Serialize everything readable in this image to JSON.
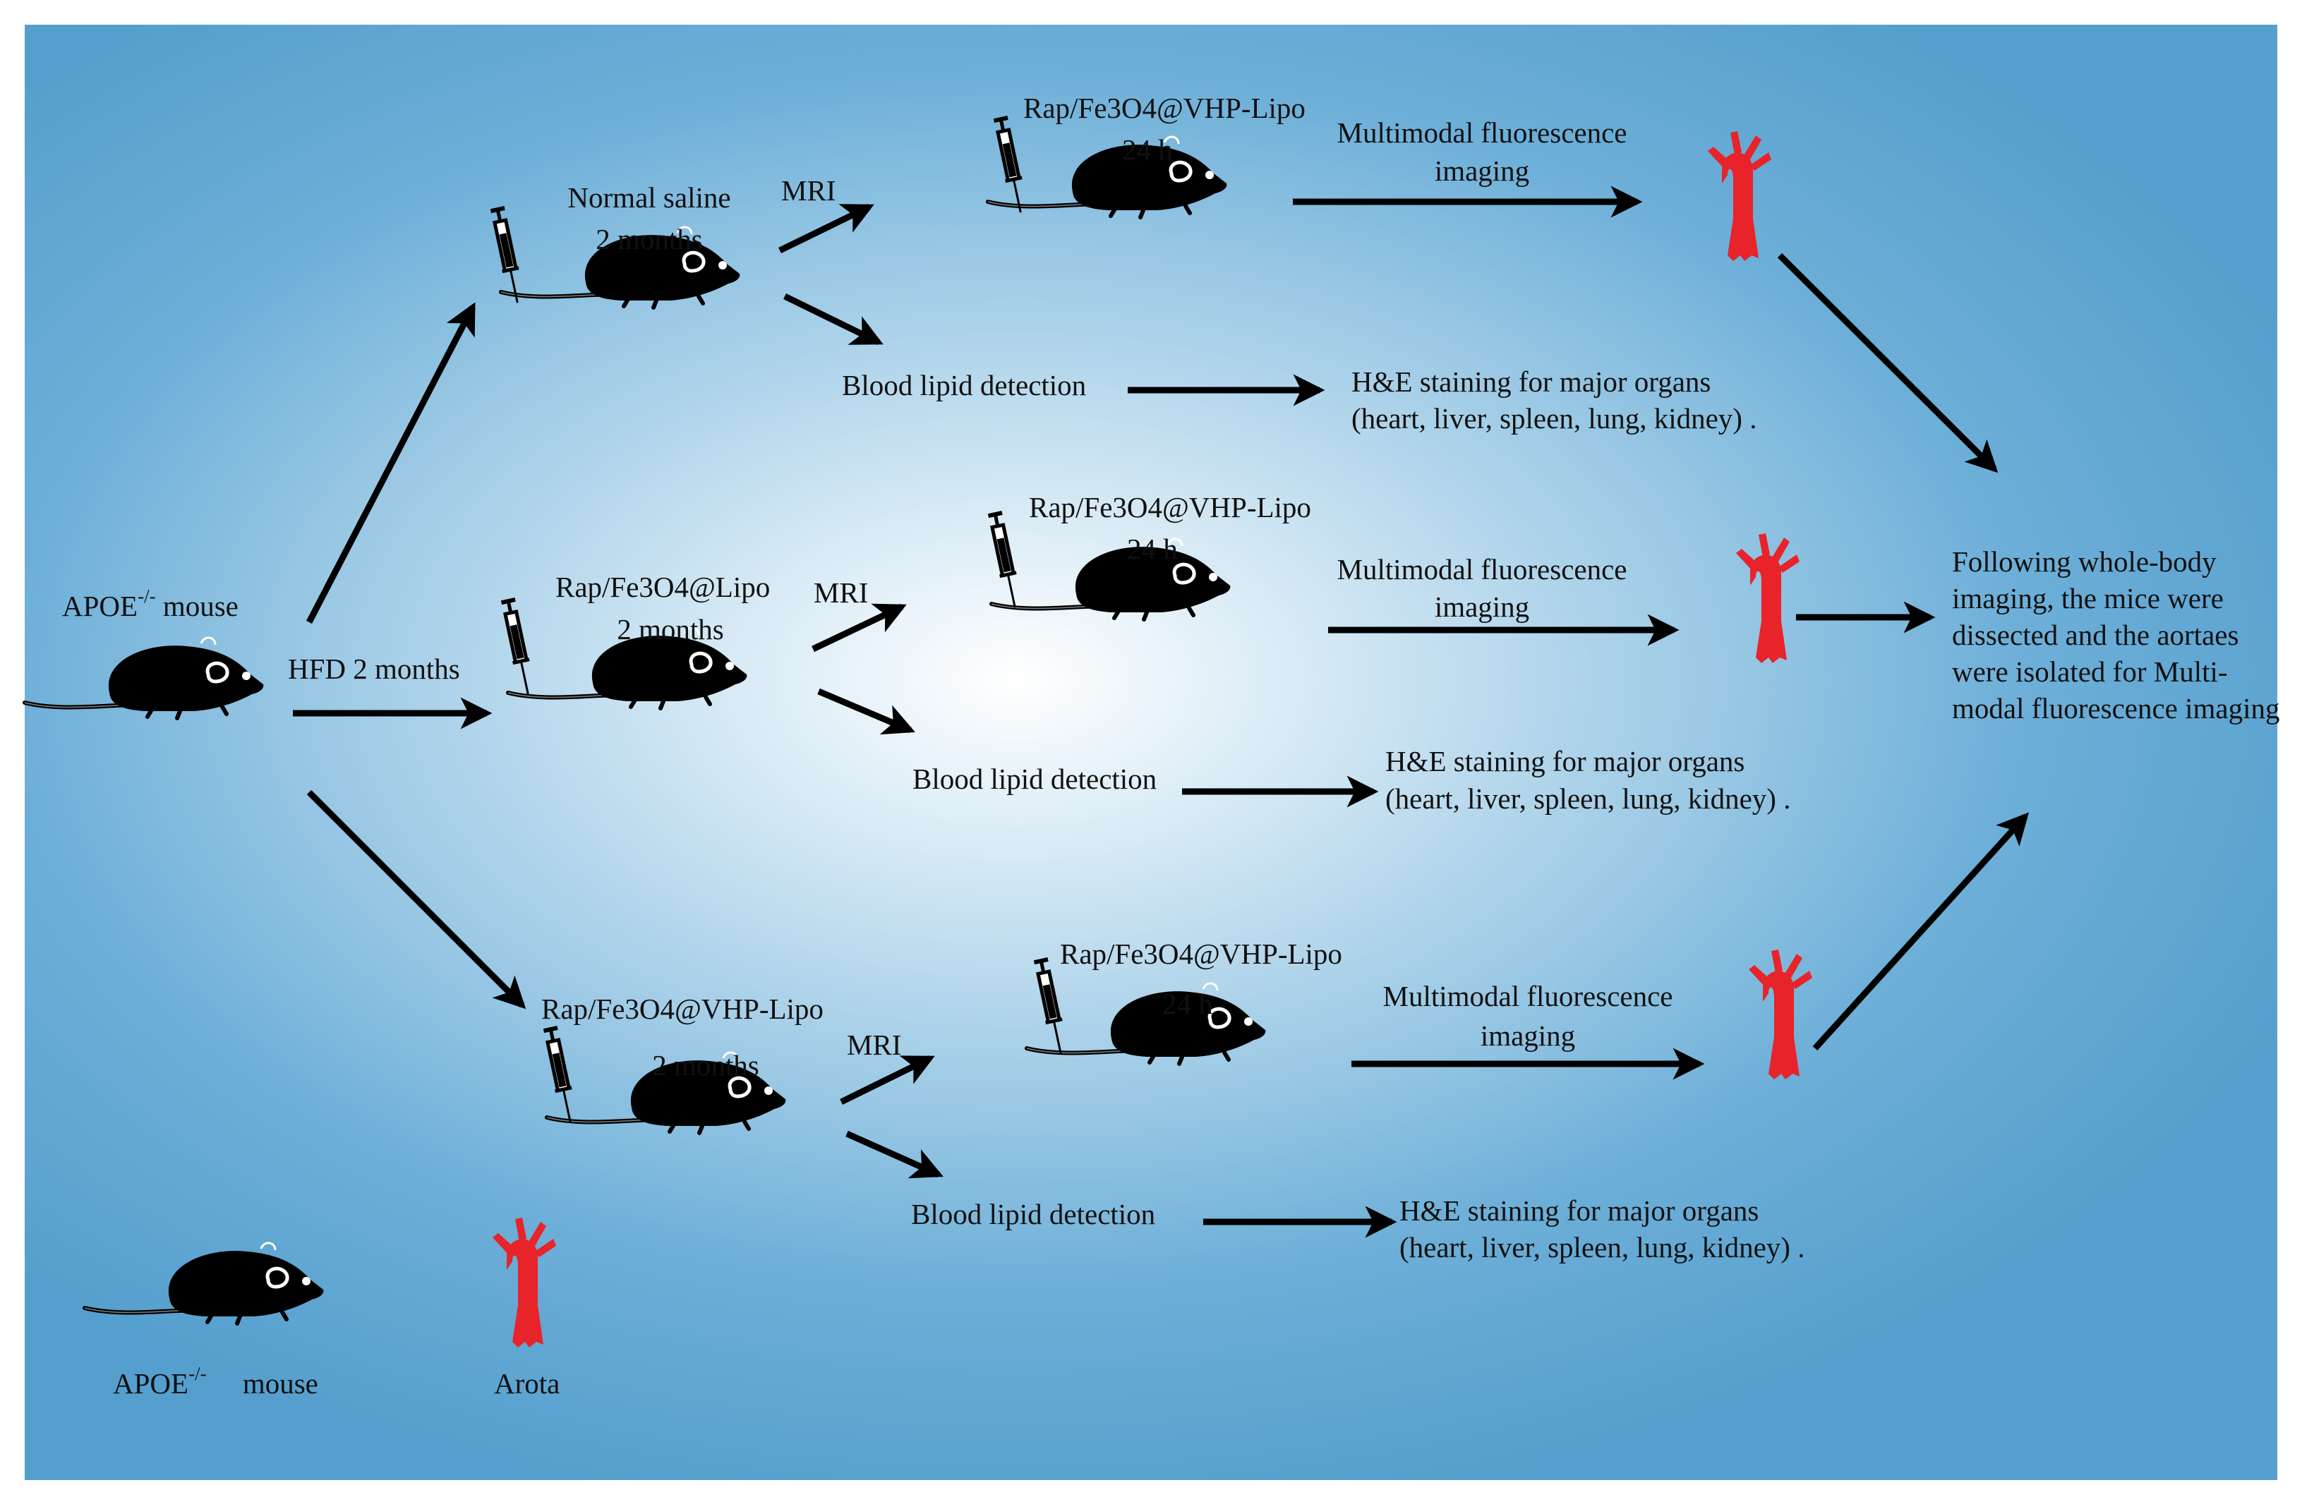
{
  "colors": {
    "background": "#559fce",
    "center_glow": "#ffffff",
    "arrow": "#000000",
    "mouse": "#000000",
    "aorta": "#e8232a"
  },
  "start": {
    "label_main": "APOE",
    "label_sup": "-/-",
    "label_suffix": "mouse"
  },
  "hfd_label": "HFD 2 months",
  "groups": [
    {
      "treatment": "Normal saline",
      "duration": "2 months",
      "mri_label": "MRI",
      "injection": "Rap/Fe3O4@VHP-Lipo",
      "injection_time": "24 h",
      "imaging_line1": "Multimodal fluorescence",
      "imaging_line2": "imaging",
      "blood_label": "Blood lipid detection",
      "he_line1": "H&E staining for major organs",
      "he_line2": "(heart, liver, spleen, lung, kidney) ."
    },
    {
      "treatment": "Rap/Fe3O4@Lipo",
      "duration": "2 months",
      "mri_label": "MRI",
      "injection": "Rap/Fe3O4@VHP-Lipo",
      "injection_time": "24 h",
      "imaging_line1": "Multimodal fluorescence",
      "imaging_line2": "imaging",
      "blood_label": "Blood lipid detection",
      "he_line1": "H&E staining for major organs",
      "he_line2": "(heart, liver, spleen, lung, kidney) ."
    },
    {
      "treatment": "Rap/Fe3O4@VHP-Lipo",
      "duration": "2 months",
      "mri_label": "MRI",
      "injection": "Rap/Fe3O4@VHP-Lipo",
      "injection_time": "24 h",
      "imaging_line1": "Multimodal fluorescence",
      "imaging_line2": "imaging",
      "blood_label": "Blood lipid detection",
      "he_line1": "H&E staining for major organs",
      "he_line2": "(heart, liver, spleen, lung, kidney) ."
    }
  ],
  "conclusion": "Following whole-body imaging, the mice were dissected and the aortaes were isolated for Multi-modal fluorescence imaging",
  "legend": {
    "mouse_main": "APOE",
    "mouse_sup": "-/-",
    "mouse_suffix": "mouse",
    "aorta_label": "Arota"
  },
  "icons": {
    "mouse": "mouse-icon",
    "syringe": "syringe-icon",
    "aorta": "aorta-icon"
  }
}
